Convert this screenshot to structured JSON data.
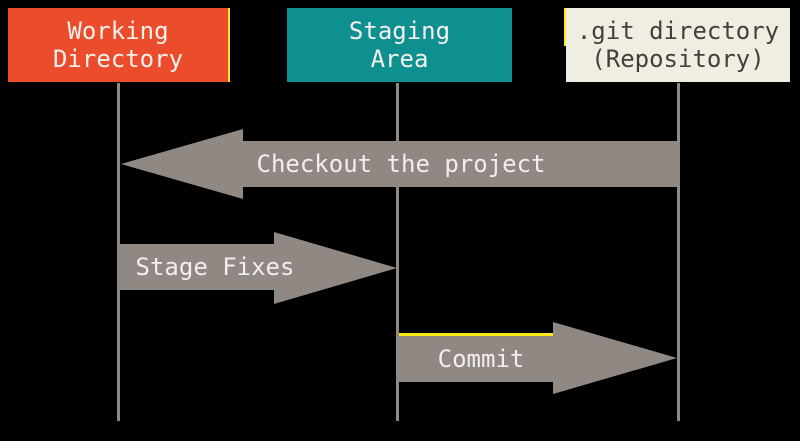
{
  "boxes": [
    {
      "id": "working-directory",
      "label": "Working\nDirectory",
      "color": "#EB4D2C"
    },
    {
      "id": "staging-area",
      "label": "Staging\nArea",
      "color": "#0F9090"
    },
    {
      "id": "git-directory",
      "label": ".git directory\n(Repository)",
      "color": "#F0EEE3"
    }
  ],
  "arrows": [
    {
      "id": "checkout",
      "label": "Checkout the project",
      "direction": "left",
      "from": "git-directory",
      "to": "working-directory"
    },
    {
      "id": "stage-fixes",
      "label": "Stage Fixes",
      "direction": "right",
      "from": "working-directory",
      "to": "staging-area"
    },
    {
      "id": "commit",
      "label": "Commit",
      "direction": "right",
      "from": "staging-area",
      "to": "git-directory"
    }
  ],
  "colors": {
    "background": "#000000",
    "arrow_gray": "#8F8883",
    "lifeline_gray": "#8F8883",
    "accent_yellow": "#FFE81A",
    "box_text_light": "#F4F1EC",
    "box_text_dark": "#45403A"
  }
}
